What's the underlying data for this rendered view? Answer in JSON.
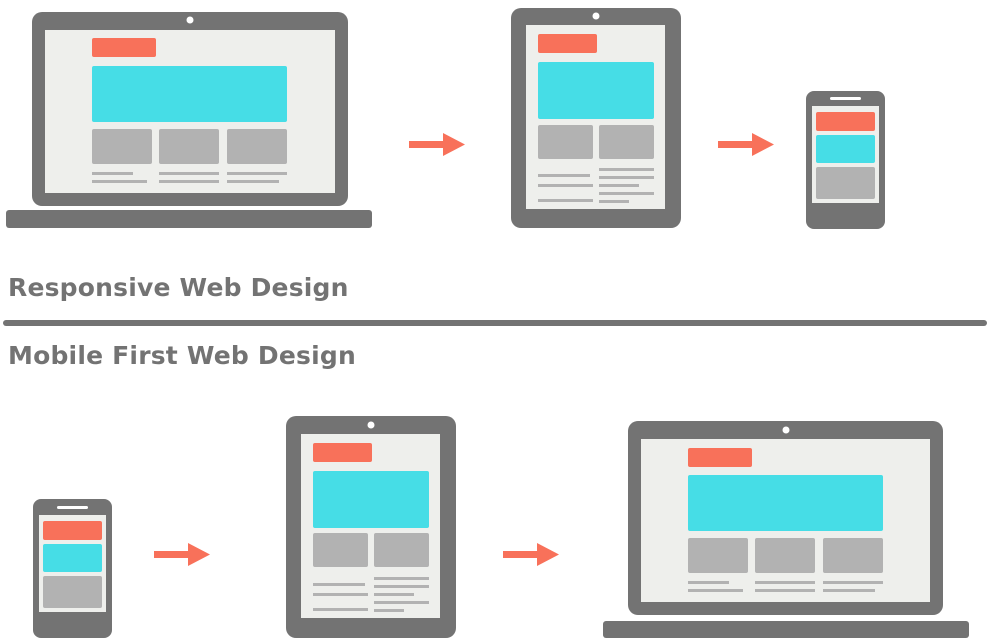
{
  "sections": {
    "responsive": {
      "title": "Responsive Web Design"
    },
    "mobile_first": {
      "title": "Mobile First Web Design"
    }
  },
  "colors": {
    "device_frame": "#737373",
    "device_screen": "#eeefec",
    "header_block": "#f8715a",
    "hero_block": "#46dde6",
    "content_block": "#b2b2b2",
    "arrow": "#f8715a",
    "heading_text": "#737373"
  },
  "flows": {
    "responsive": [
      "laptop",
      "tablet",
      "phone"
    ],
    "mobile_first": [
      "phone",
      "tablet",
      "laptop"
    ]
  }
}
